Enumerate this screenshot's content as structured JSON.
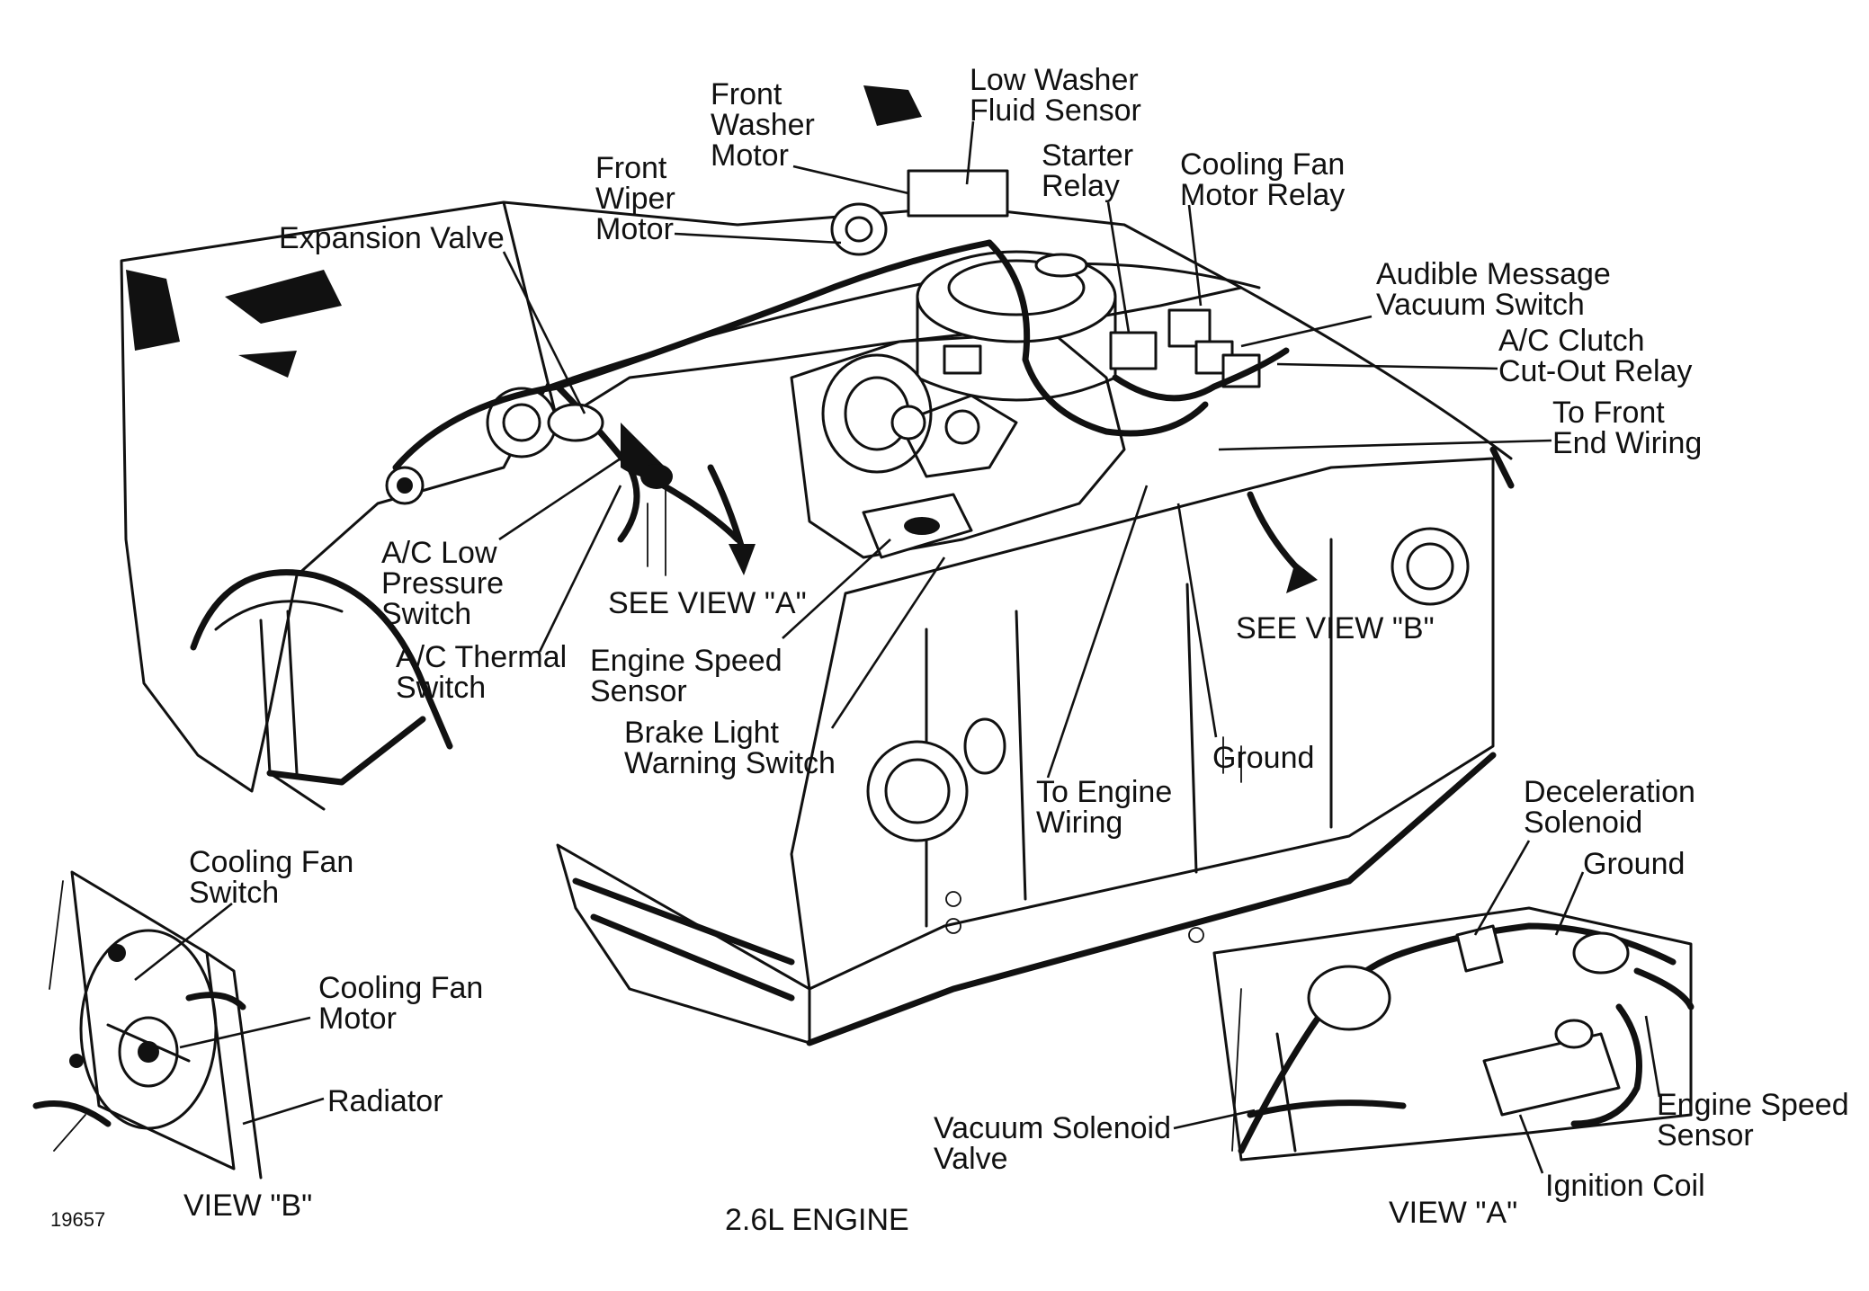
{
  "figure": {
    "number": "19657",
    "title": "2.6L ENGINE"
  },
  "labels": {
    "front_washer_motor": [
      "Front",
      "Washer",
      "Motor"
    ],
    "low_washer_fluid_sensor": [
      "Low Washer",
      "Fluid Sensor"
    ],
    "starter_relay": [
      "Starter",
      "Relay"
    ],
    "cooling_fan_motor_relay": [
      "Cooling Fan",
      "Motor Relay"
    ],
    "front_wiper_motor": [
      "Front",
      "Wiper",
      "Motor"
    ],
    "expansion_valve": [
      "Expansion Valve"
    ],
    "audible_message_vacuum_switch": [
      "Audible Message",
      "Vacuum Switch"
    ],
    "ac_clutch_cut_out_relay": [
      "A/C Clutch",
      "Cut-Out Relay"
    ],
    "to_front_end_wiring": [
      "To Front",
      "End Wiring"
    ],
    "ac_low_pressure_switch": [
      "A/C Low",
      "Pressure",
      "Switch"
    ],
    "see_view_a": [
      "SEE VIEW \"A\""
    ],
    "see_view_b": [
      "SEE VIEW \"B\""
    ],
    "ac_thermal_switch": [
      "A/C Thermal",
      "Switch"
    ],
    "engine_speed_sensor_main": [
      "Engine Speed",
      "Sensor"
    ],
    "brake_light_warning_switch": [
      "Brake Light",
      "Warning Switch"
    ],
    "ground_main": [
      "Ground"
    ],
    "to_engine_wiring": [
      "To Engine",
      "Wiring"
    ],
    "deceleration_solenoid": [
      "Deceleration",
      "Solenoid"
    ],
    "ground_view_a": [
      "Ground"
    ],
    "cooling_fan_switch": [
      "Cooling Fan",
      "Switch"
    ],
    "cooling_fan_motor": [
      "Cooling Fan",
      "Motor"
    ],
    "radiator": [
      "Radiator"
    ],
    "vacuum_solenoid_valve": [
      "Vacuum Solenoid",
      "Valve"
    ],
    "engine_speed_sensor_view_a": [
      "Engine Speed",
      "Sensor"
    ],
    "ignition_coil": [
      "Ignition Coil"
    ]
  },
  "views": {
    "view_a": "VIEW \"A\"",
    "view_b": "VIEW \"B\""
  }
}
